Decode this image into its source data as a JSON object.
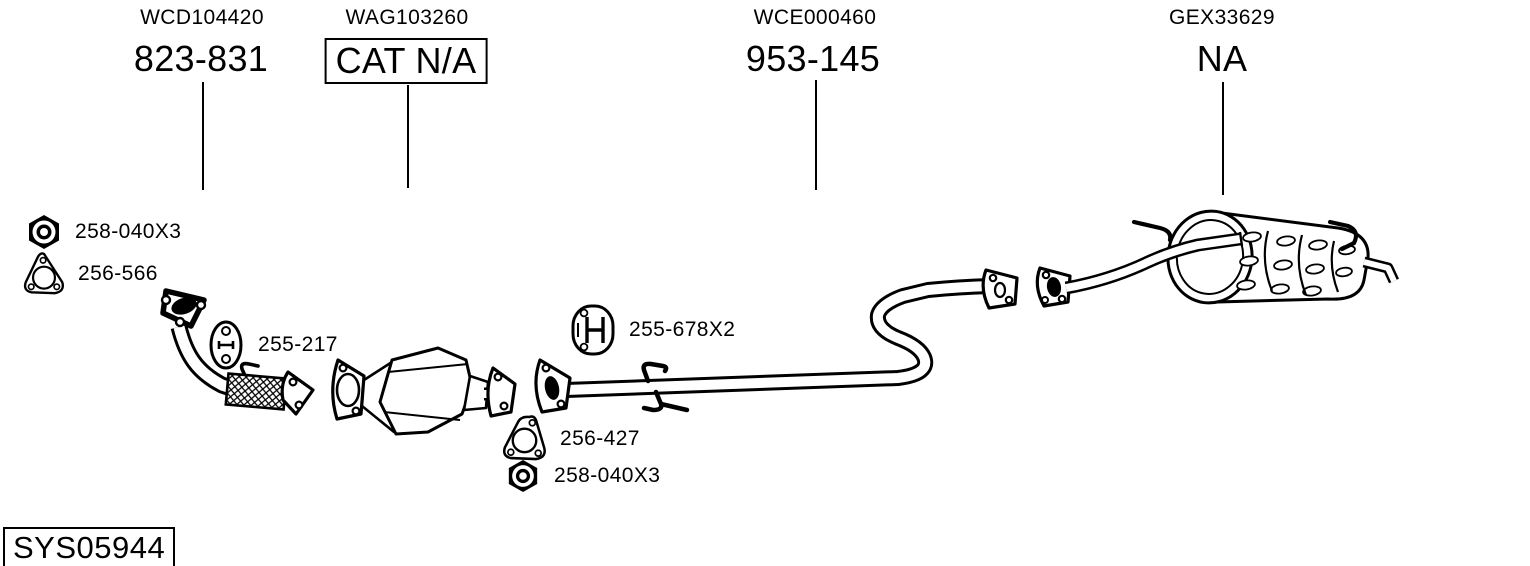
{
  "diagram": {
    "system_code": "SYS05944",
    "colors": {
      "ink": "#000000",
      "background": "#ffffff"
    },
    "sections": [
      {
        "code": "WCD104420",
        "part_number": "823-831",
        "boxed": false
      },
      {
        "code": "WAG103260",
        "part_number": "CAT N/A",
        "boxed": true
      },
      {
        "code": "WCE000460",
        "part_number": "953-145",
        "boxed": false
      },
      {
        "code": "GEX33629",
        "part_number": "NA",
        "boxed": false
      }
    ],
    "fittings": [
      {
        "icon": "nut-icon",
        "part_number": "258-040X3"
      },
      {
        "icon": "gasket-icon",
        "part_number": "256-566"
      },
      {
        "icon": "rubber-hanger-icon",
        "part_number": "255-217"
      },
      {
        "icon": "rubber-hanger-h-icon",
        "part_number": "255-678X2"
      },
      {
        "icon": "gasket-icon",
        "part_number": "256-427"
      },
      {
        "icon": "nut-icon",
        "part_number": "258-040X3"
      }
    ]
  }
}
